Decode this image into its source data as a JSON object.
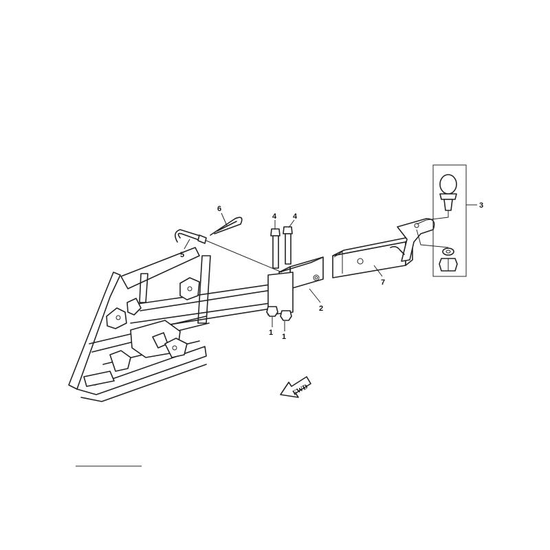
{
  "callouts": {
    "c1a": "1",
    "c1b": "1",
    "c2": "2",
    "c3": "3",
    "c4a": "4",
    "c4b": "4",
    "c5": "5",
    "c6": "6",
    "c7": "7"
  },
  "direction_arrow": {
    "label": "FWD"
  }
}
